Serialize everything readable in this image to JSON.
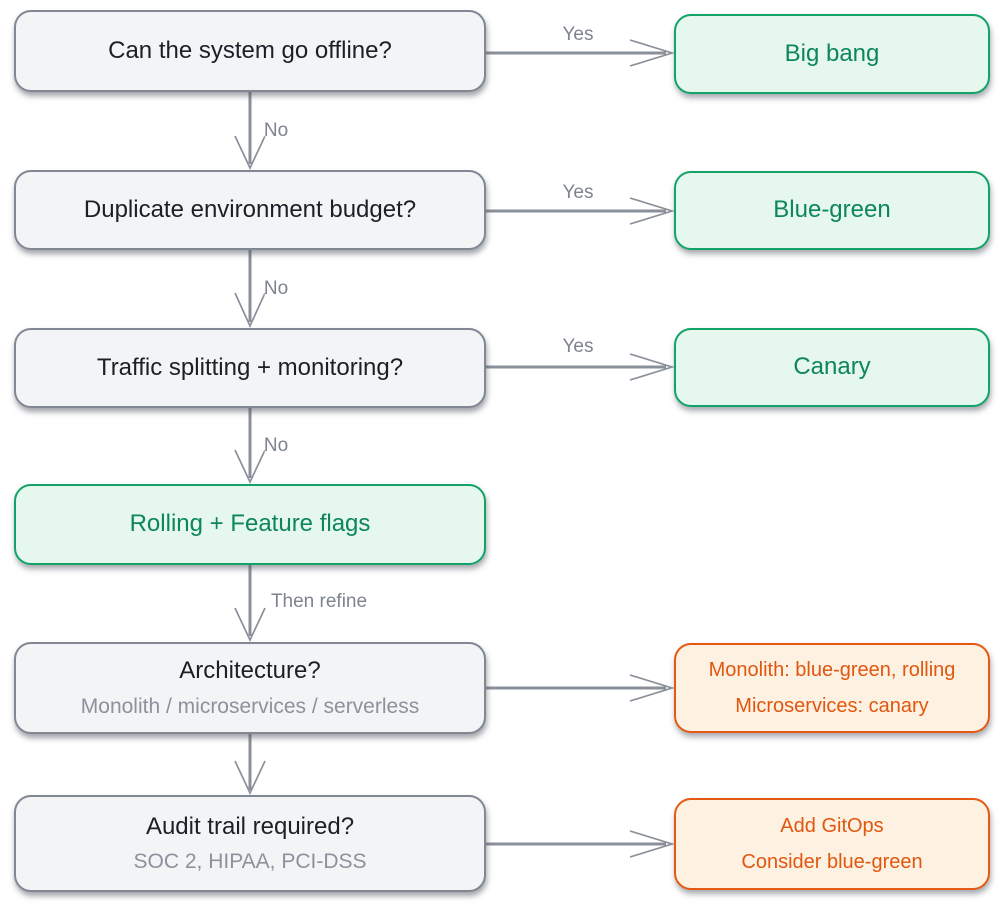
{
  "diagram": {
    "title_semantic": "Deployment strategy decision flowchart",
    "questions": {
      "q1": {
        "title": "Can the system go offline?"
      },
      "q2": {
        "title": "Duplicate environment budget?"
      },
      "q3": {
        "title": "Traffic splitting + monitoring?"
      },
      "q4": {
        "title": "Rolling + Feature flags"
      },
      "q5": {
        "title": "Architecture?",
        "subtitle": "Monolith / microservices / serverless"
      },
      "q6": {
        "title": "Audit trail required?",
        "subtitle": "SOC 2, HIPAA, PCI-DSS"
      }
    },
    "outcomes": {
      "a1": {
        "label": "Big bang"
      },
      "a2": {
        "label": "Blue-green"
      },
      "a3": {
        "label": "Canary"
      },
      "a5": {
        "line1": "Monolith: blue-green, rolling",
        "line2": "Microservices: canary"
      },
      "a6": {
        "line1": "Add GitOps",
        "line2": "Consider blue-green"
      }
    },
    "edge_labels": {
      "yes1": "Yes",
      "yes2": "Yes",
      "yes3": "Yes",
      "no1": "No",
      "no2": "No",
      "no3": "No",
      "refine": "Then refine"
    },
    "palette": {
      "question_fill": "#f3f4f6",
      "question_border": "#828893",
      "question_text": "#1b1f26",
      "subtitle_text": "#8c929b",
      "green_fill": "#e6f8ee",
      "green_border": "#13a268",
      "green_text": "#0d8659",
      "orange_fill": "#fdf1e2",
      "orange_border": "#e45a14",
      "orange_text": "#e2560f",
      "arrow": "#8a909a",
      "edge_label_text": "#7e848e"
    }
  }
}
